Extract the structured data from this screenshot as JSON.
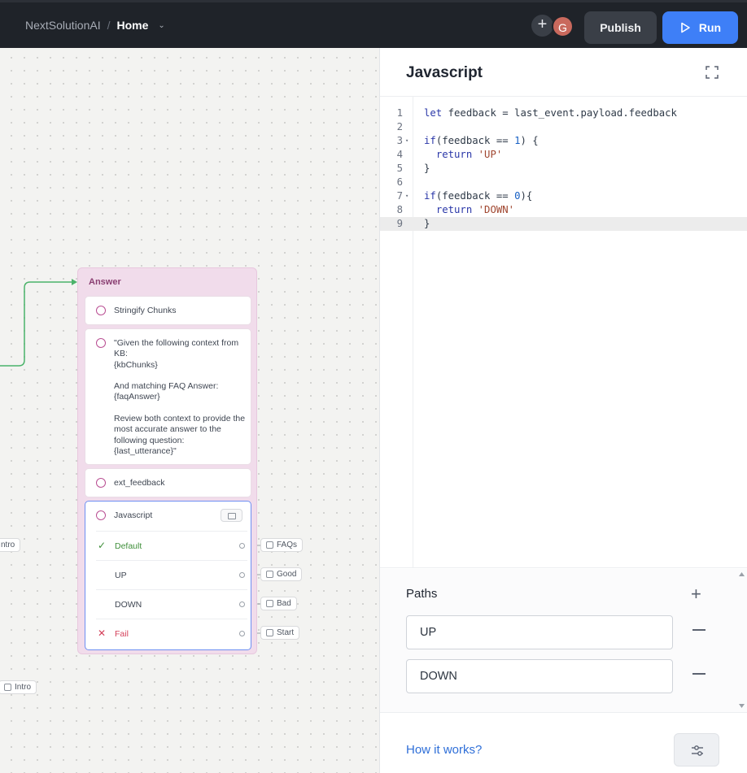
{
  "header": {
    "project": "NextSolutionAI",
    "separator": "/",
    "page": "Home",
    "avatar_initial": "G",
    "publish_label": "Publish",
    "run_label": "Run"
  },
  "canvas": {
    "block": {
      "title": "Answer",
      "steps": [
        {
          "label": "Stringify Chunks"
        },
        {
          "label": "\"Given the following context from KB:\n{kbChunks}\n\nAnd matching FAQ Answer:\n{faqAnswer}\n\nReview both context to provide the most accurate answer to the following question:\n{last_utterance}\""
        },
        {
          "label": "ext_feedback"
        },
        {
          "label": "Javascript"
        }
      ],
      "paths": [
        {
          "label": "Default",
          "target": "FAQs"
        },
        {
          "label": "UP",
          "target": "Good"
        },
        {
          "label": "DOWN",
          "target": "Bad"
        },
        {
          "label": "Fail",
          "target": "Start"
        }
      ]
    },
    "stubs": [
      "ntro",
      "Intro"
    ]
  },
  "panel": {
    "title": "Javascript",
    "code_lines": [
      "let feedback = last_event.payload.feedback",
      "",
      "if(feedback == 1) {",
      "  return 'UP'",
      "}",
      "",
      "if(feedback == 0){",
      "  return 'DOWN'",
      "}"
    ],
    "paths_title": "Paths",
    "path_values": [
      "UP",
      "DOWN"
    ],
    "how_it_works": "How it works?"
  },
  "colors": {
    "run_button": "#3e7ff7",
    "block_bg": "#f1dceb",
    "accent_border": "#6d8ff2",
    "success": "#3f8f3a",
    "fail": "#d4405a",
    "link": "#2f6fd8"
  }
}
